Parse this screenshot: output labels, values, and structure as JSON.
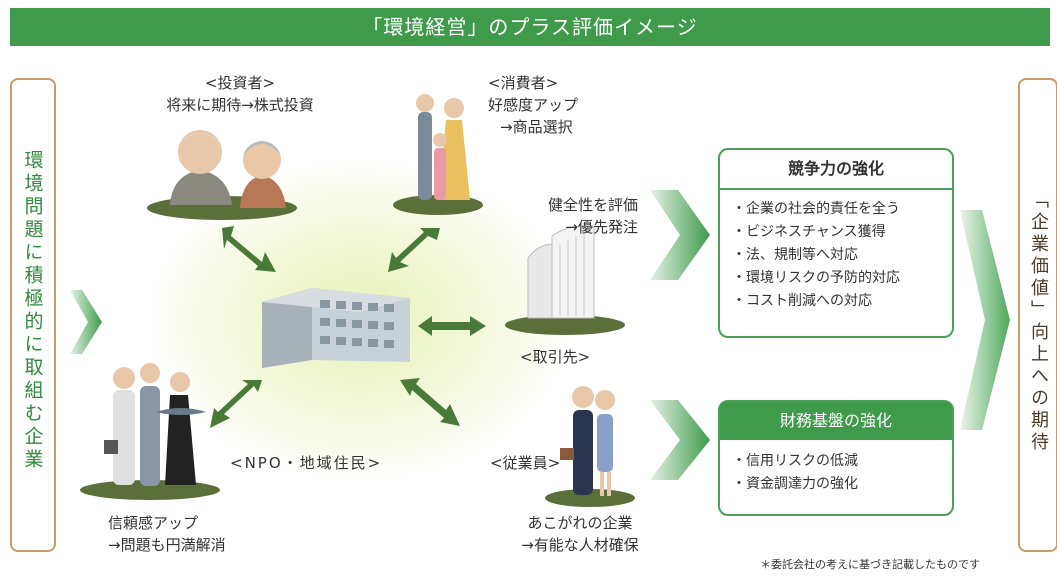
{
  "title": "「環境経営」のプラス評価イメージ",
  "left_label": "環境問題に積極的に取組む企業",
  "right_label": "「企業価値」向上への期待",
  "stakeholders": {
    "investor": {
      "name": "<投資者>",
      "desc": "将来に期待→株式投資"
    },
    "consumer": {
      "name": "<消費者>",
      "line1": "好感度アップ",
      "line2": "→商品選択"
    },
    "business": {
      "line1": "健全性を評価",
      "line2": "→優先発注",
      "name": "<取引先>"
    },
    "employee": {
      "name": "<従業員>",
      "line1": "あこがれの企業",
      "line2": "→有能な人材確保"
    },
    "npo": {
      "name": "<NPO・地域住民>",
      "line1": "信頼感アップ",
      "line2": "→問題も円満解消"
    }
  },
  "competitiveness": {
    "heading": "競争力の強化",
    "items": [
      "企業の社会的責任を全う",
      "ビジネスチャンス獲得",
      "法、規制等へ対応",
      "環境リスクの予防的対応",
      "コスト削減への対応"
    ]
  },
  "financial": {
    "heading": "財務基盤の強化",
    "items": [
      "信用リスクの低減",
      "資金調達力の強化"
    ]
  },
  "footnote": "＊委託会社の考えに基づき記載したものです",
  "colors": {
    "green": "#3f9a4c",
    "border_brown": "#c8996a",
    "arrow_dark": "#4a7a3a"
  }
}
